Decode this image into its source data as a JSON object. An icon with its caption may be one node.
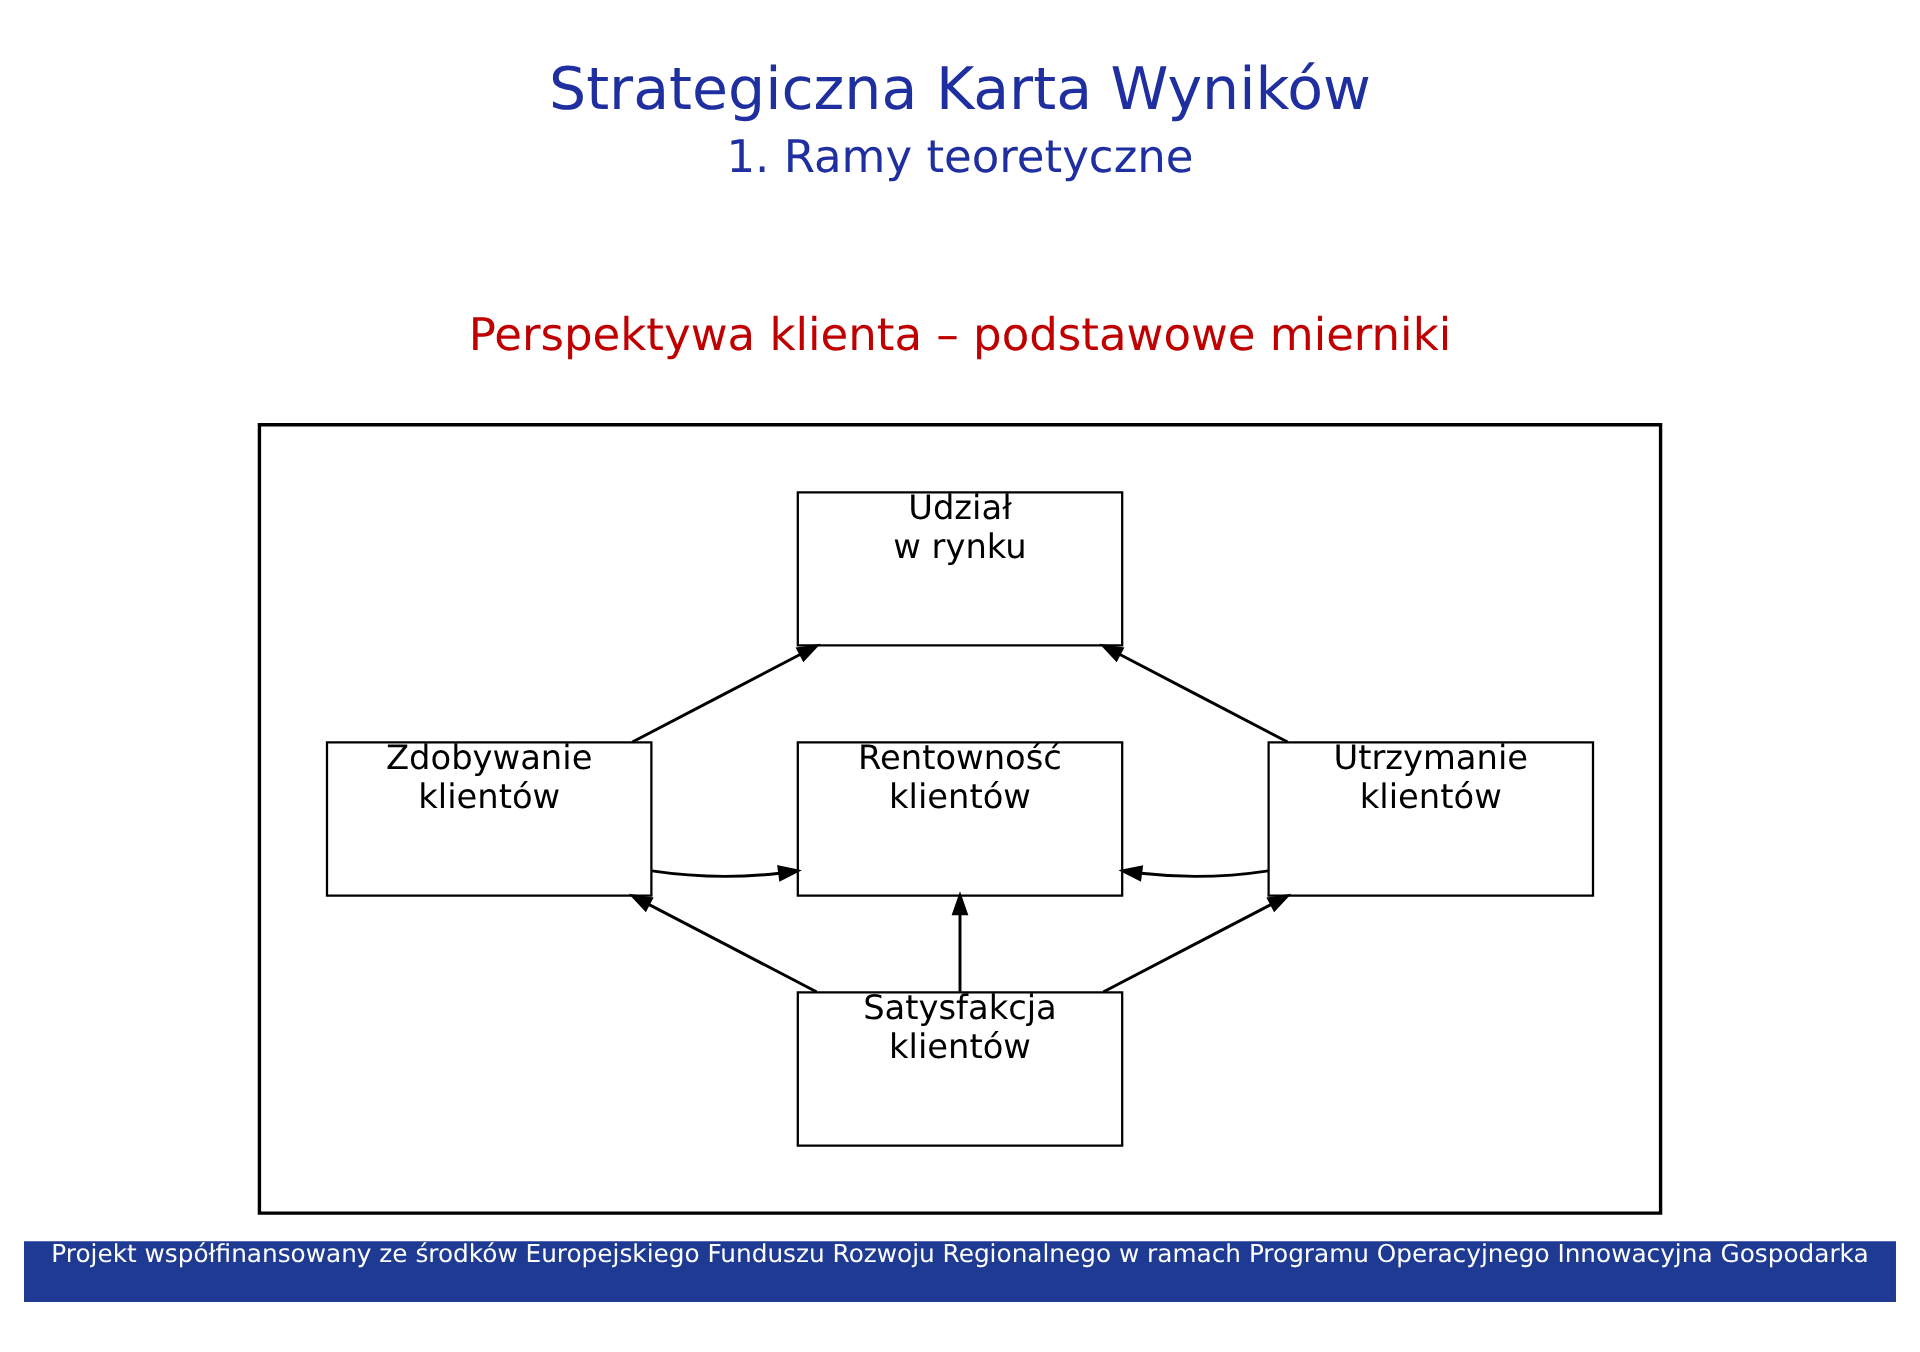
{
  "diagram": {
    "title": "Strategiczna Karta Wyników",
    "nodes": [
      {
        "text": [],
        "shape": "box"
      },
      {
        "text": [
          "Udział w rynku"
        ],
        "in": 0
      },
      {
        "text": [
          "Zdobywanie klientów"
        ],
        "in": 0
      },
      {
        "text": [
          "Rentowność klientów"
        ],
        "in": 0
      },
      {
        "text": [
          "Utrzymanie klientów"
        ],
        "in": 0
      },
      {
        "text": [
          "Satysfakcja klientów"
        ],
        "in": 0
      }
    ],
    "edges": [
      {
        "from": 2,
        "to": 1,
        "arrow": "to"
      },
      {
        "from": 4,
        "to": 1,
        "arrow": "to"
      },
      {
        "from": 2,
        "to": 3,
        "arrow": "to"
      },
      {
        "from": 4,
        "to": 3,
        "arrow": "to"
      },
      {
        "from": 5,
        "to": 3,
        "arrow": "to"
      },
      {
        "from": 5,
        "to": 2,
        "arrow": "to"
      },
      {
        "from": 5,
        "to": 4,
        "arrow": "to"
      }
    ],
    "labels": [
      "1. Ramy teoretyczne",
      "Perspektywa klienta – podstawowe mierniki",
      "Projekt współfinansowany ze środków Europejskiego Funduszu Rozwoju Regionalnego w ramach Programu Operacyjnego Innowacyjna Gospodarka"
    ]
  }
}
